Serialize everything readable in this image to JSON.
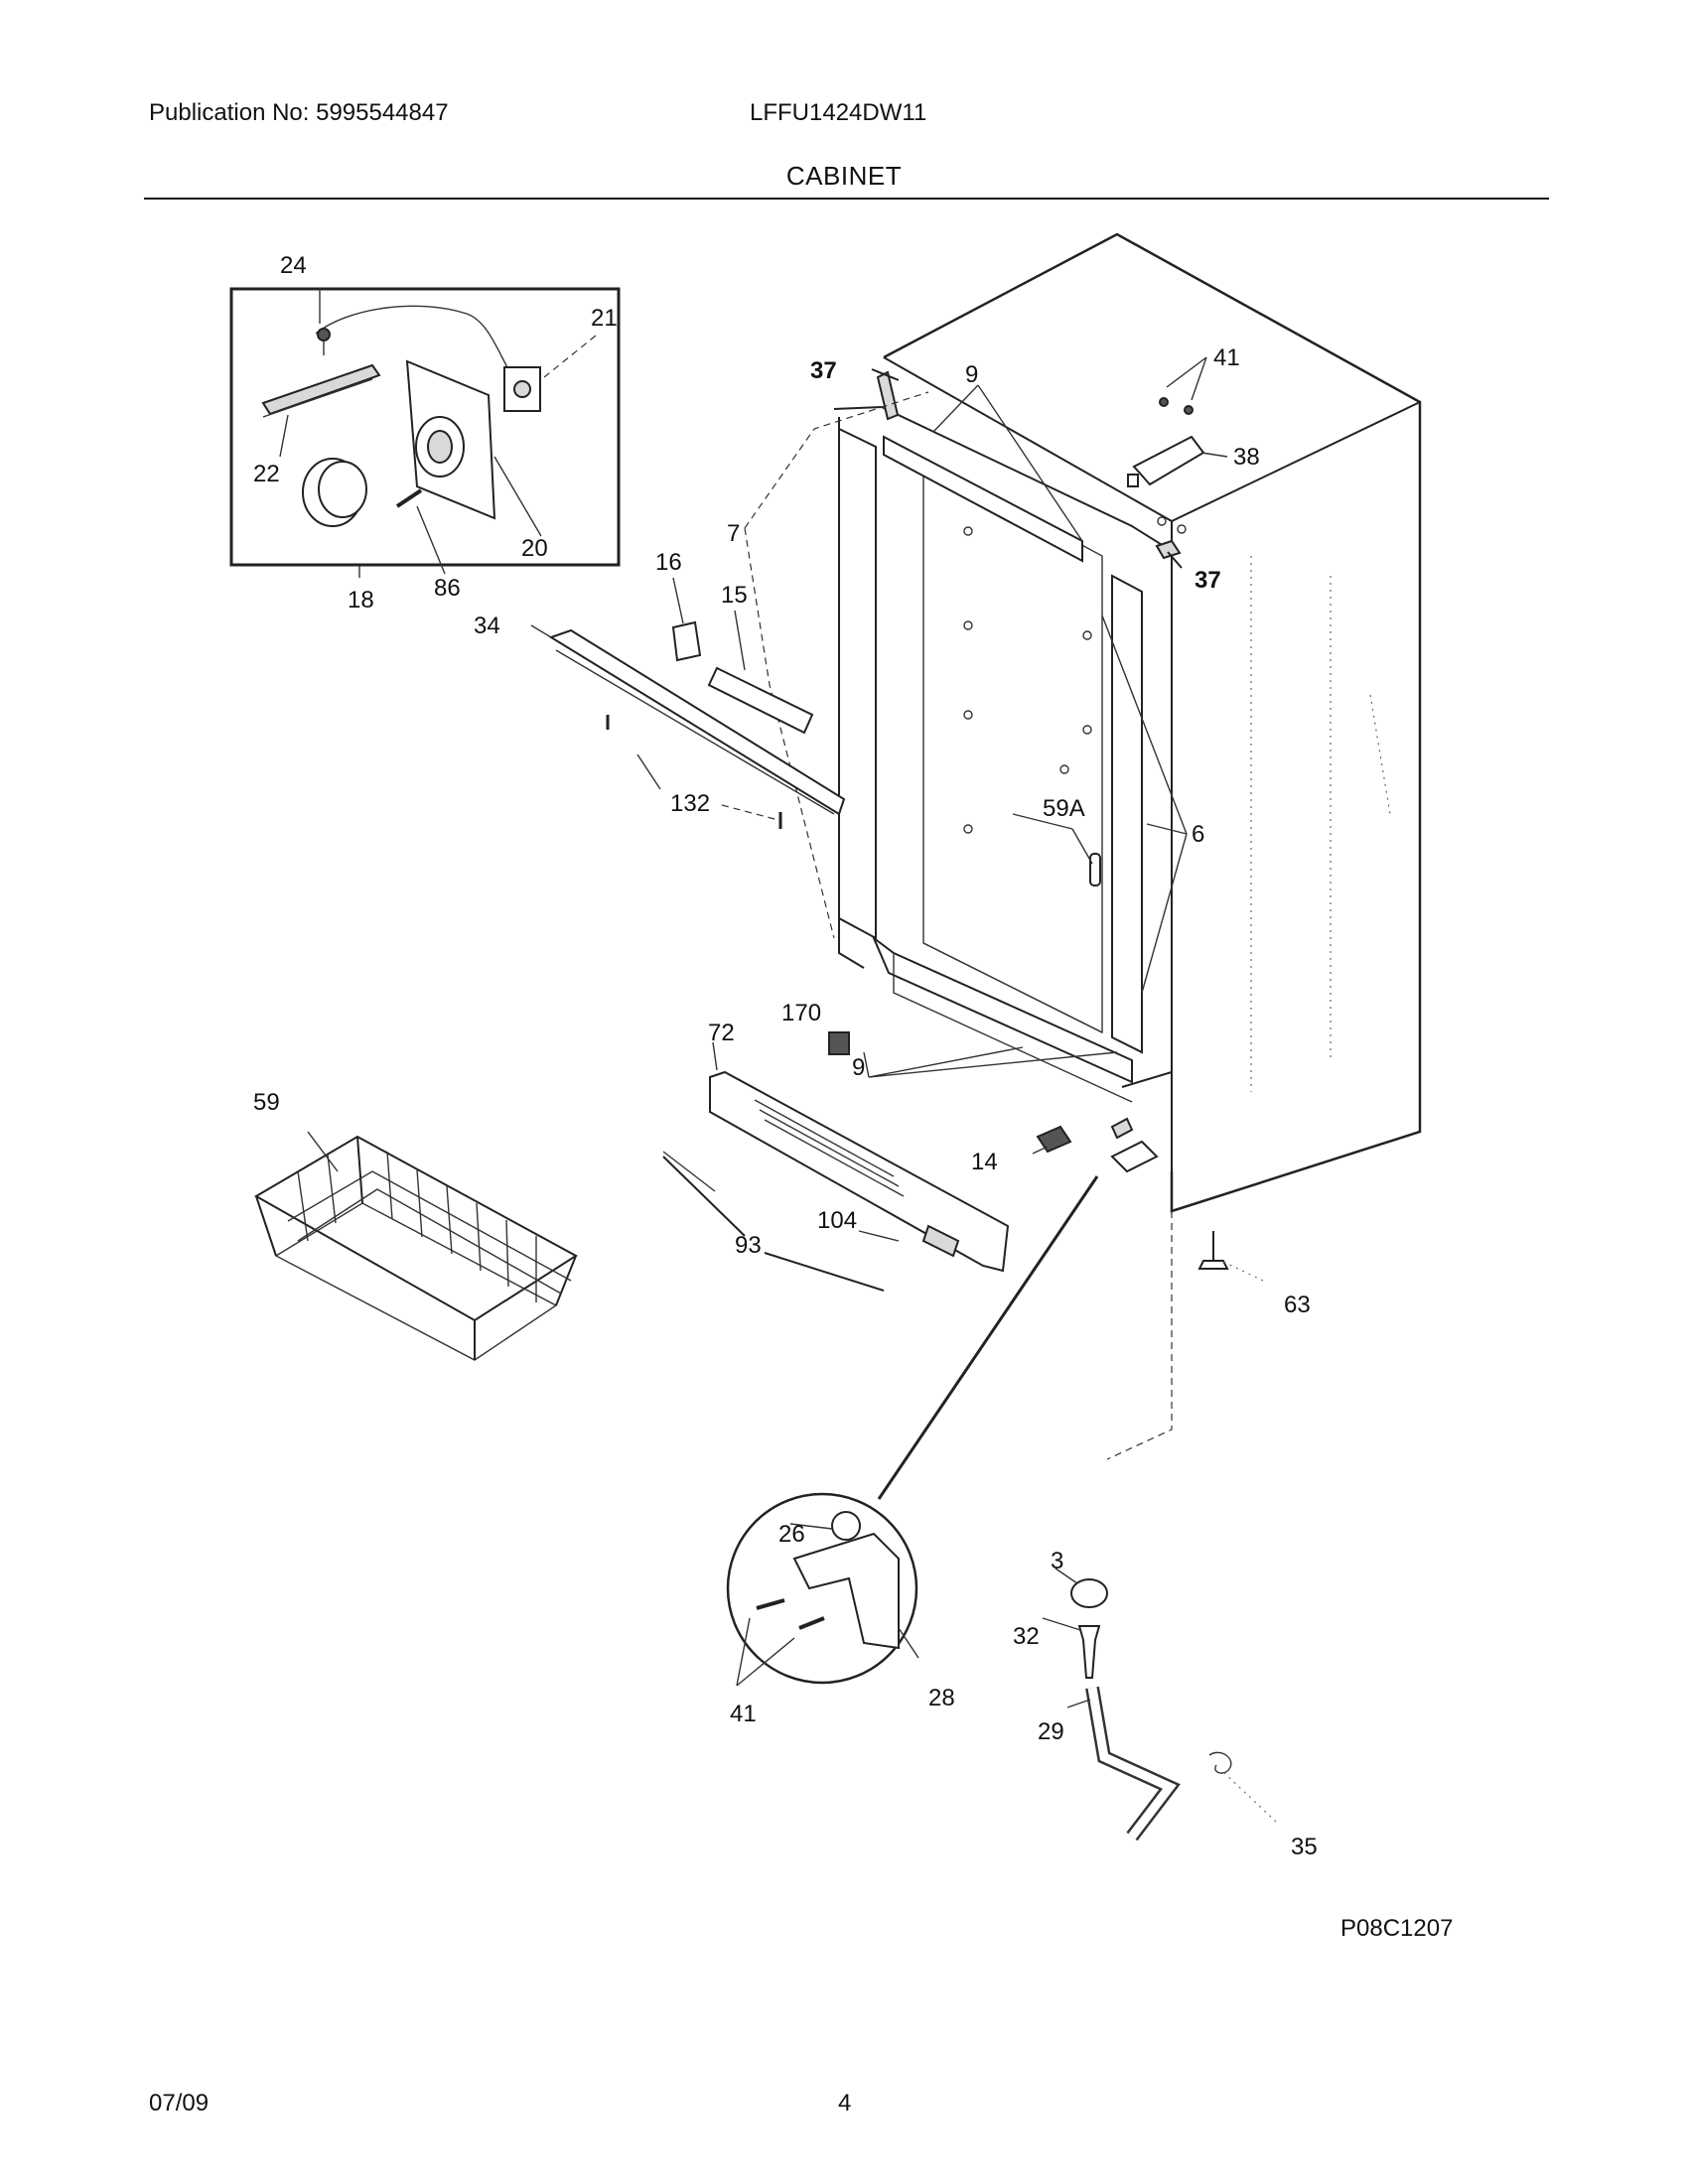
{
  "header": {
    "publication": "Publication No: 5995544847",
    "model": "LFFU1424DW11",
    "section_title": "CABINET"
  },
  "diagram_code": "P08C1207",
  "footer": {
    "date": "07/09",
    "page_number": "4"
  },
  "callouts": {
    "c24": "24",
    "c21": "21",
    "c22": "22",
    "c20": "20",
    "c18": "18",
    "c86": "86",
    "c37a": "37",
    "c37b": "37",
    "c9a": "9",
    "c9b": "9",
    "c41a": "41",
    "c41b": "41",
    "c38": "38",
    "c7": "7",
    "c16": "16",
    "c15": "15",
    "c34": "34",
    "c132": "132",
    "c59a": "59A",
    "c6": "6",
    "c170": "170",
    "c72": "72",
    "c59": "59",
    "c14": "14",
    "c104": "104",
    "c93": "93",
    "c63": "63",
    "c26": "26",
    "c28": "28",
    "c3": "3",
    "c32": "32",
    "c29": "29",
    "c35": "35"
  }
}
